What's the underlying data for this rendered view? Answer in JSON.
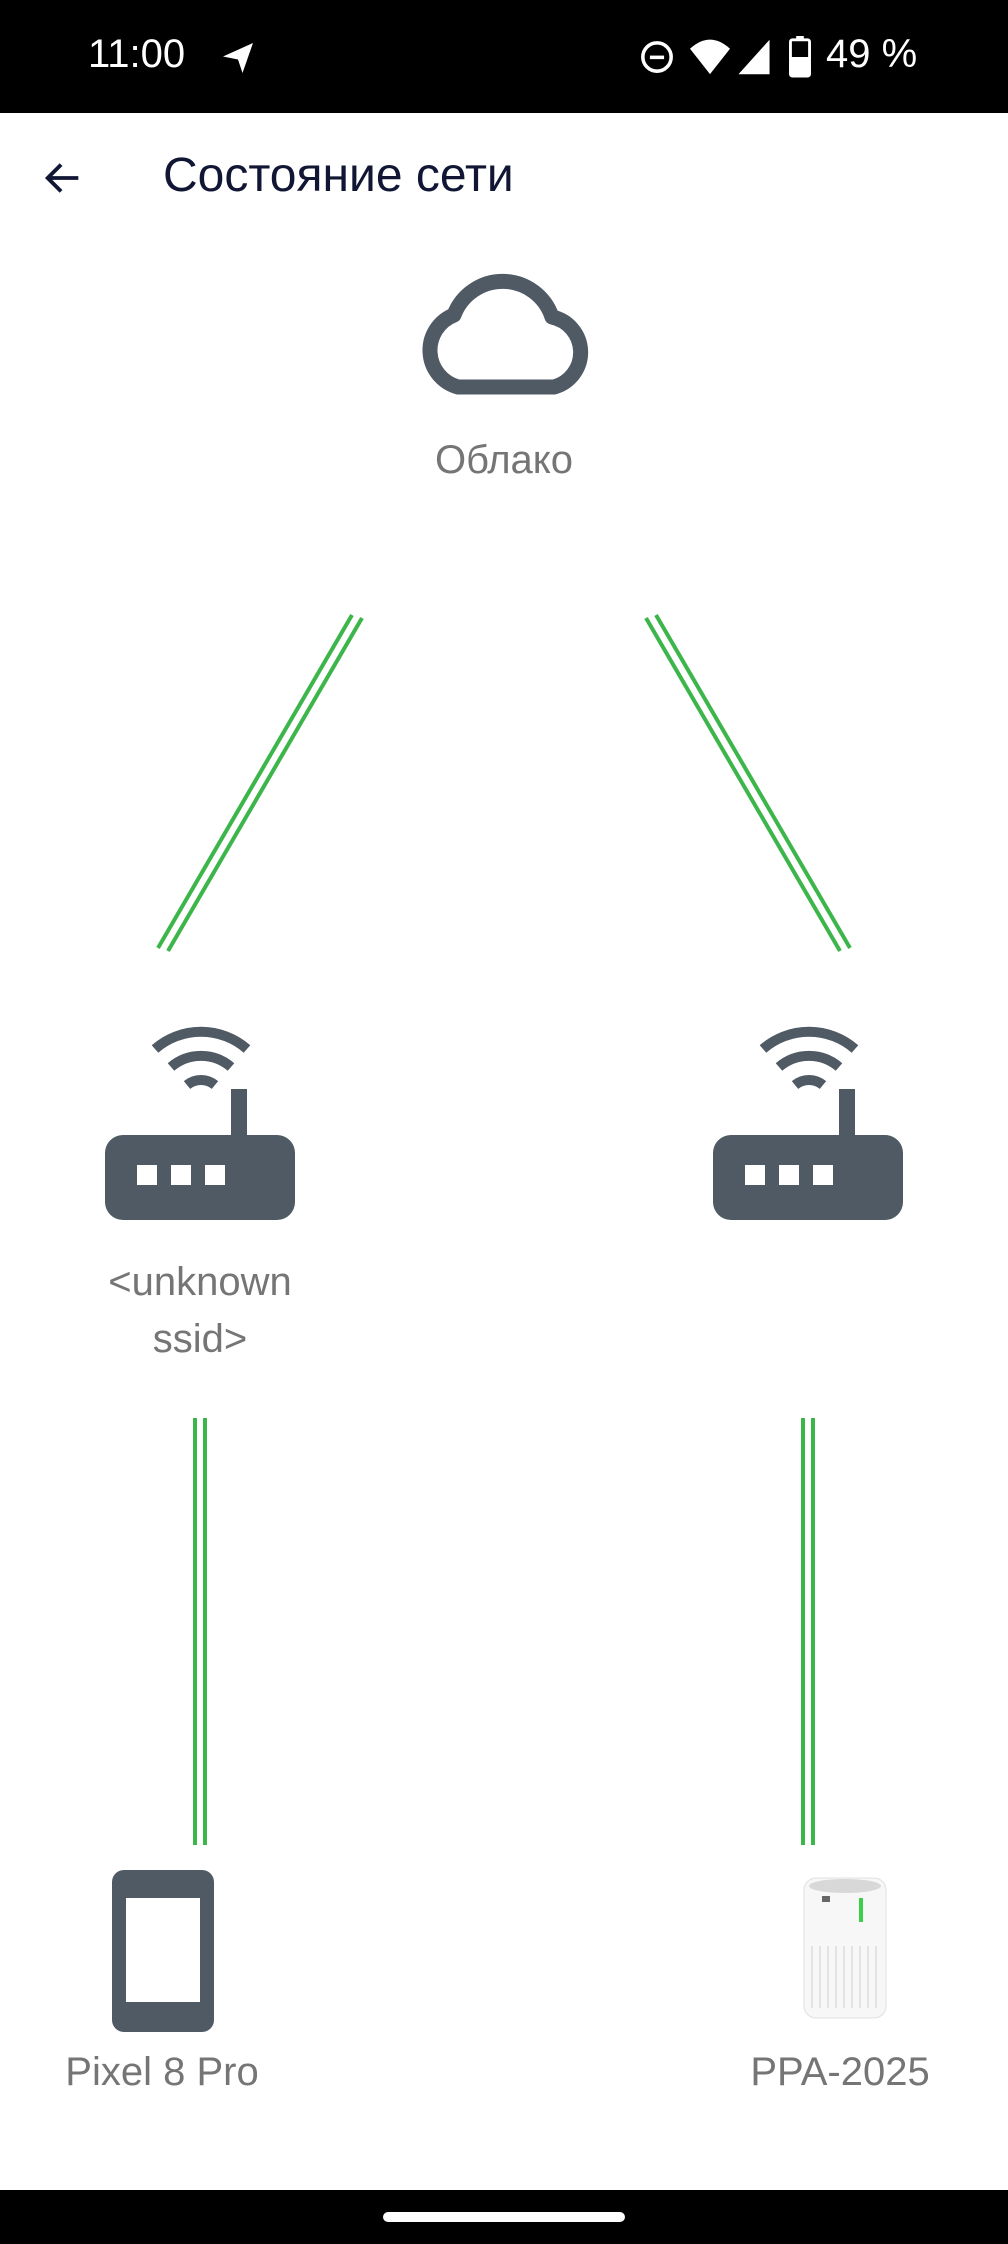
{
  "status_bar": {
    "time": "11:00",
    "battery_percent": "49 %"
  },
  "app_bar": {
    "title": "Состояние сети"
  },
  "diagram": {
    "cloud": {
      "label": "Облако",
      "icon": "cloud-icon"
    },
    "routers": [
      {
        "label": "<unknown ssid>",
        "label_lines": [
          "<unknown",
          "ssid>"
        ],
        "icon": "router-icon"
      },
      {
        "label": "",
        "icon": "router-icon"
      }
    ],
    "devices": [
      {
        "label": "Pixel 8 Pro",
        "icon": "phone-icon"
      },
      {
        "label": "PPA-2025",
        "icon": "air-purifier-image"
      }
    ],
    "link_color": "#3cb64a",
    "icon_color": "#4f5a64"
  }
}
